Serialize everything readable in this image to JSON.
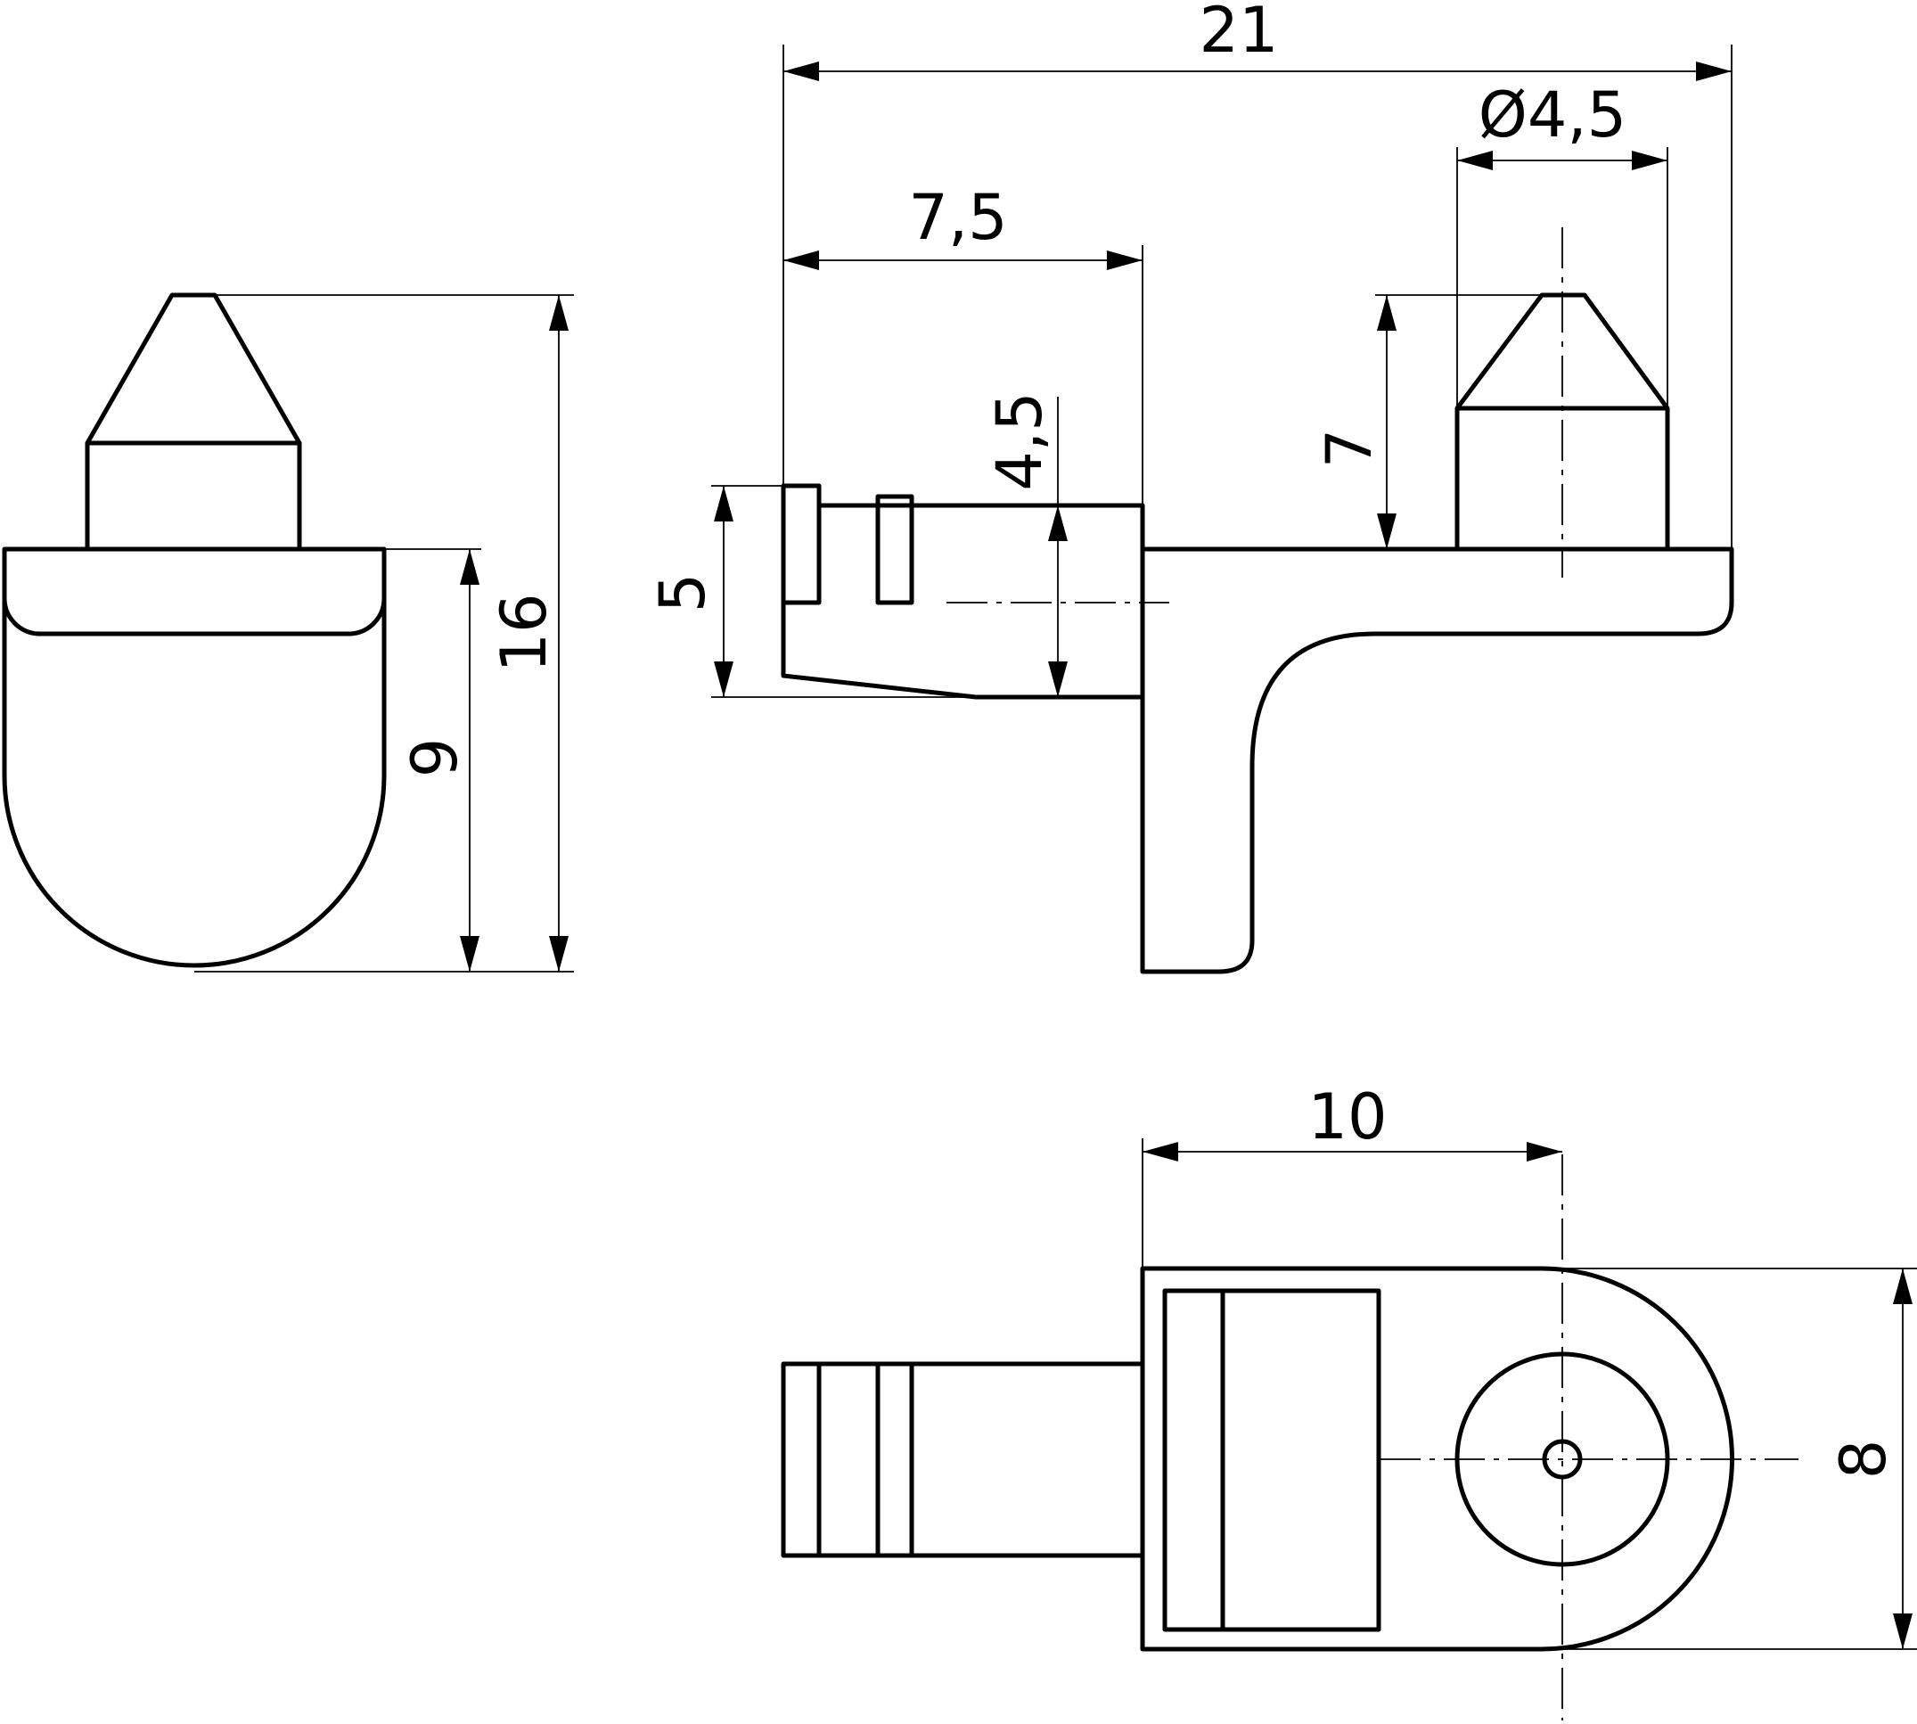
{
  "dimensions": {
    "front_height": "16",
    "front_body_height": "9",
    "total_length": "21",
    "pin_diameter": "Ø4,5",
    "stud_length": "7,5",
    "stud_height": "4,5",
    "lip_height": "5",
    "pin_height": "7",
    "top_length": "10",
    "top_width": "8"
  }
}
